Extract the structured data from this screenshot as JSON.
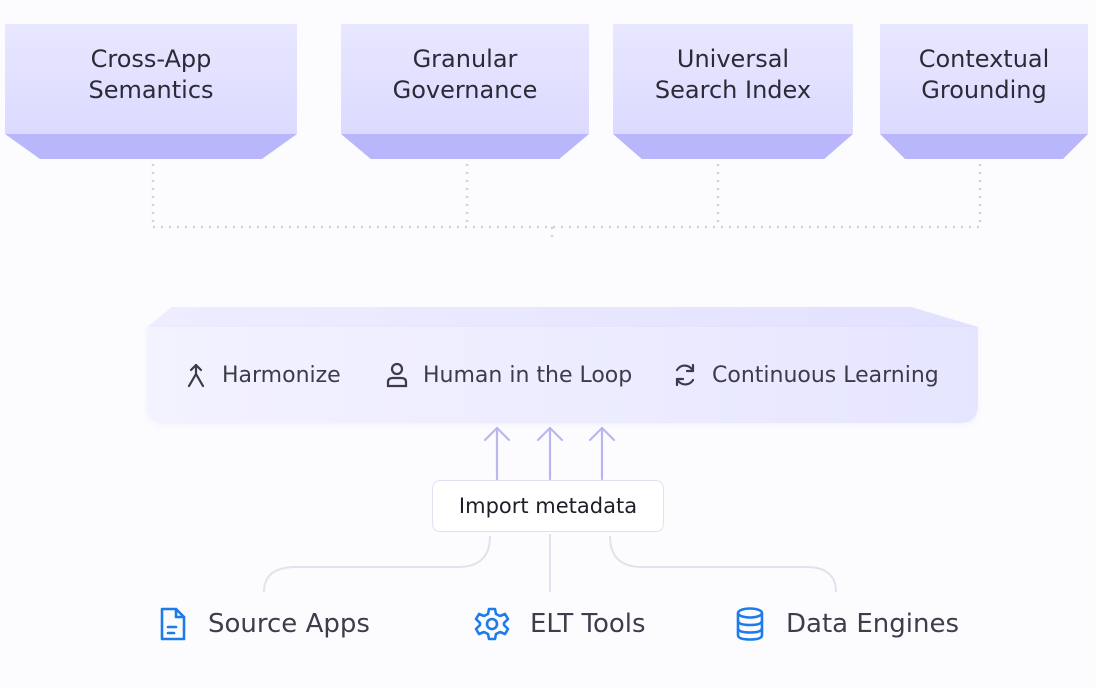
{
  "pillars": [
    {
      "line1": "Cross-App",
      "line2": "Semantics"
    },
    {
      "line1": "Granular",
      "line2": "Governance"
    },
    {
      "line1": "Universal",
      "line2": "Search Index"
    },
    {
      "line1": "Contextual",
      "line2": "Grounding"
    }
  ],
  "capabilities": [
    {
      "label": "Harmonize",
      "icon": "merge-icon"
    },
    {
      "label": "Human in the Loop",
      "icon": "person-icon"
    },
    {
      "label": "Continuous Learning",
      "icon": "refresh-icon"
    }
  ],
  "import_label": "Import metadata",
  "sources": [
    {
      "label": "Source Apps",
      "icon": "document-icon"
    },
    {
      "label": "ELT Tools",
      "icon": "gear-icon"
    },
    {
      "label": "Data Engines",
      "icon": "database-icon"
    }
  ],
  "colors": {
    "pillar_top": "#dcdaff",
    "pillar_foot": "#b9b6fb",
    "arrow": "#b8b5ee",
    "connector": "#cfd4e4",
    "source_icon": "#1d7bea"
  }
}
